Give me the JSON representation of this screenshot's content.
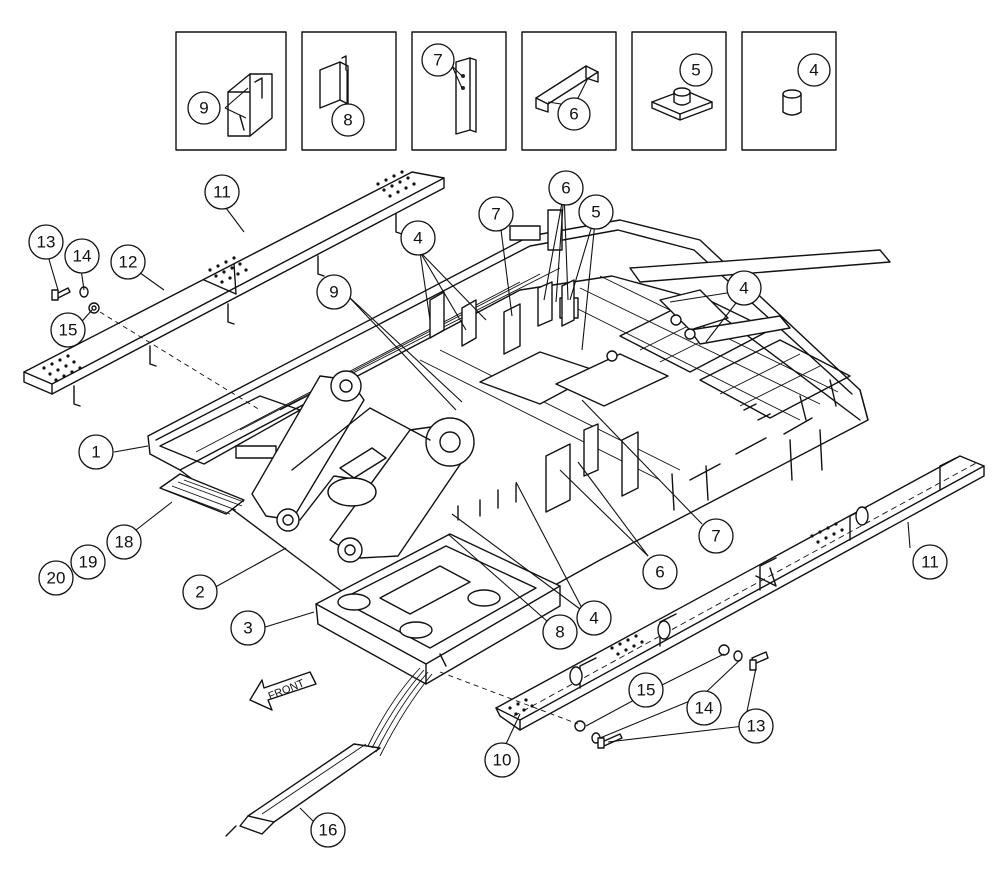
{
  "figure": {
    "front_label": "FRONT"
  },
  "callouts": {
    "inset_9": "9",
    "inset_8": "8",
    "inset_7": "7",
    "inset_6": "6",
    "inset_5": "5",
    "inset_4": "4",
    "c1": "1",
    "c2": "2",
    "c3": "3",
    "c4a": "4",
    "c4b": "4",
    "c4c": "4",
    "c5": "5",
    "c6a": "6",
    "c6b": "6",
    "c7a": "7",
    "c7b": "7",
    "c8": "8",
    "c9": "9",
    "c10": "10",
    "c11a": "11",
    "c11b": "11",
    "c12": "12",
    "c13a": "13",
    "c13b": "13",
    "c14a": "14",
    "c14b": "14",
    "c15a": "15",
    "c15b": "15",
    "c16": "16",
    "c18": "18",
    "c19": "19",
    "c20": "20"
  }
}
